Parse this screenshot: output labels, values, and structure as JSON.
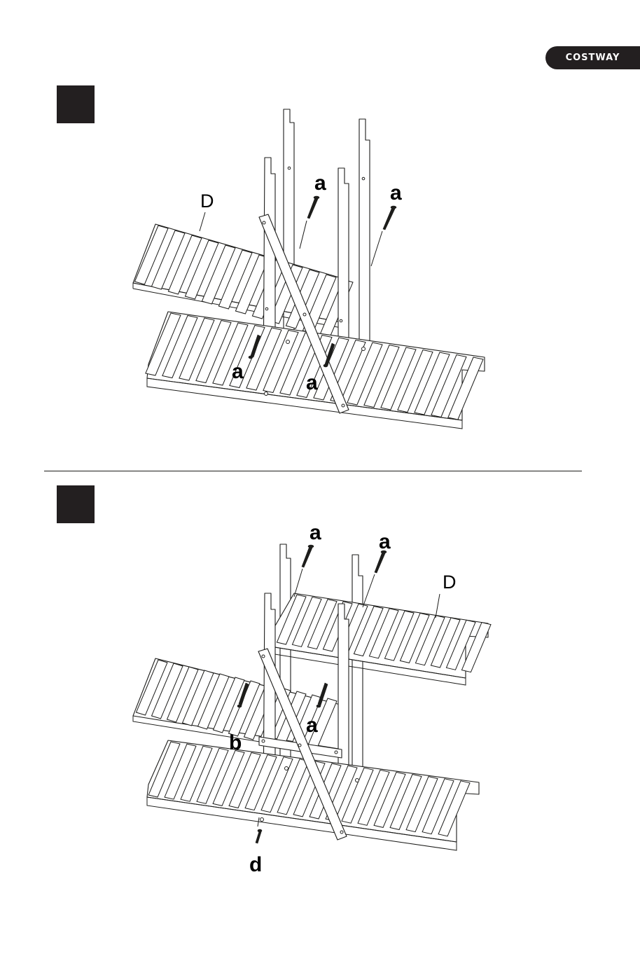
{
  "brand": {
    "name": "COSTWAY"
  },
  "colors": {
    "ink": "#1d1d1b",
    "brand_bg": "#231f20",
    "paper": "#ffffff"
  },
  "step1": {
    "labels": {
      "panel": "D",
      "screw_top_left": "a",
      "screw_top_right": "a",
      "screw_bottom_left": "a",
      "screw_bottom_right": "a"
    }
  },
  "step2": {
    "labels": {
      "screw_top_left": "a",
      "screw_top_right": "a",
      "panel": "D",
      "screw_middle": "a",
      "bracket": "b",
      "screw_bottom": "d"
    }
  }
}
